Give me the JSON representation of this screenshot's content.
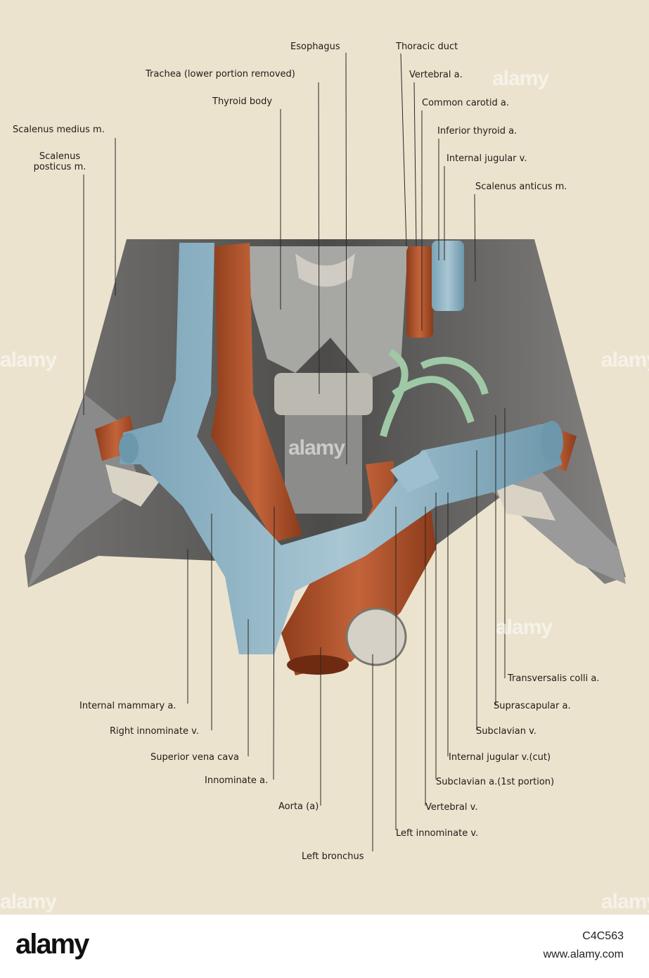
{
  "labels": {
    "esophagus": "Esophagus",
    "thoracic_duct": "Thoracic duct",
    "trachea": "Trachea (lower portion removed)",
    "vertebral_a": "Vertebral a.",
    "thyroid_body": "Thyroid body",
    "common_carotid": "Common carotid a.",
    "scalenus_medius": "Scalenus medius m.",
    "inferior_thyroid": "Inferior thyroid a.",
    "scalenus_posticus": "Scalenus posticus m.",
    "internal_jugular": "Internal jugular v.",
    "scalenus_anticus": "Scalenus anticus m.",
    "transversalis_colli": "Transversalis colli a.",
    "suprascapular": "Suprascapular a.",
    "internal_mammary": "Internal mammary a.",
    "right_innominate_v": "Right innominate v.",
    "subclavian_v": "Subclavian v.",
    "superior_vena_cava": "Superior vena cava",
    "internal_jugular_cut": "Internal jugular v.(cut)",
    "innominate_a": "Innominate a.",
    "subclavian_a": "Subclavian a.(1st portion)",
    "aorta": "Aorta (a)",
    "vertebral_v": "Vertebral v.",
    "left_innominate_v": "Left innominate v.",
    "left_bronchus": "Left bronchus"
  },
  "watermark": {
    "text": "alamy"
  },
  "footer": {
    "logo": "alamy",
    "image_id": "C4C563",
    "url": "www.alamy.com"
  },
  "colors": {
    "paper": "#ece3cf",
    "artery": "#b4532a",
    "vein": "#8fb3c4",
    "muscle": "#5b5b5b",
    "duct": "#9fc9a6"
  }
}
